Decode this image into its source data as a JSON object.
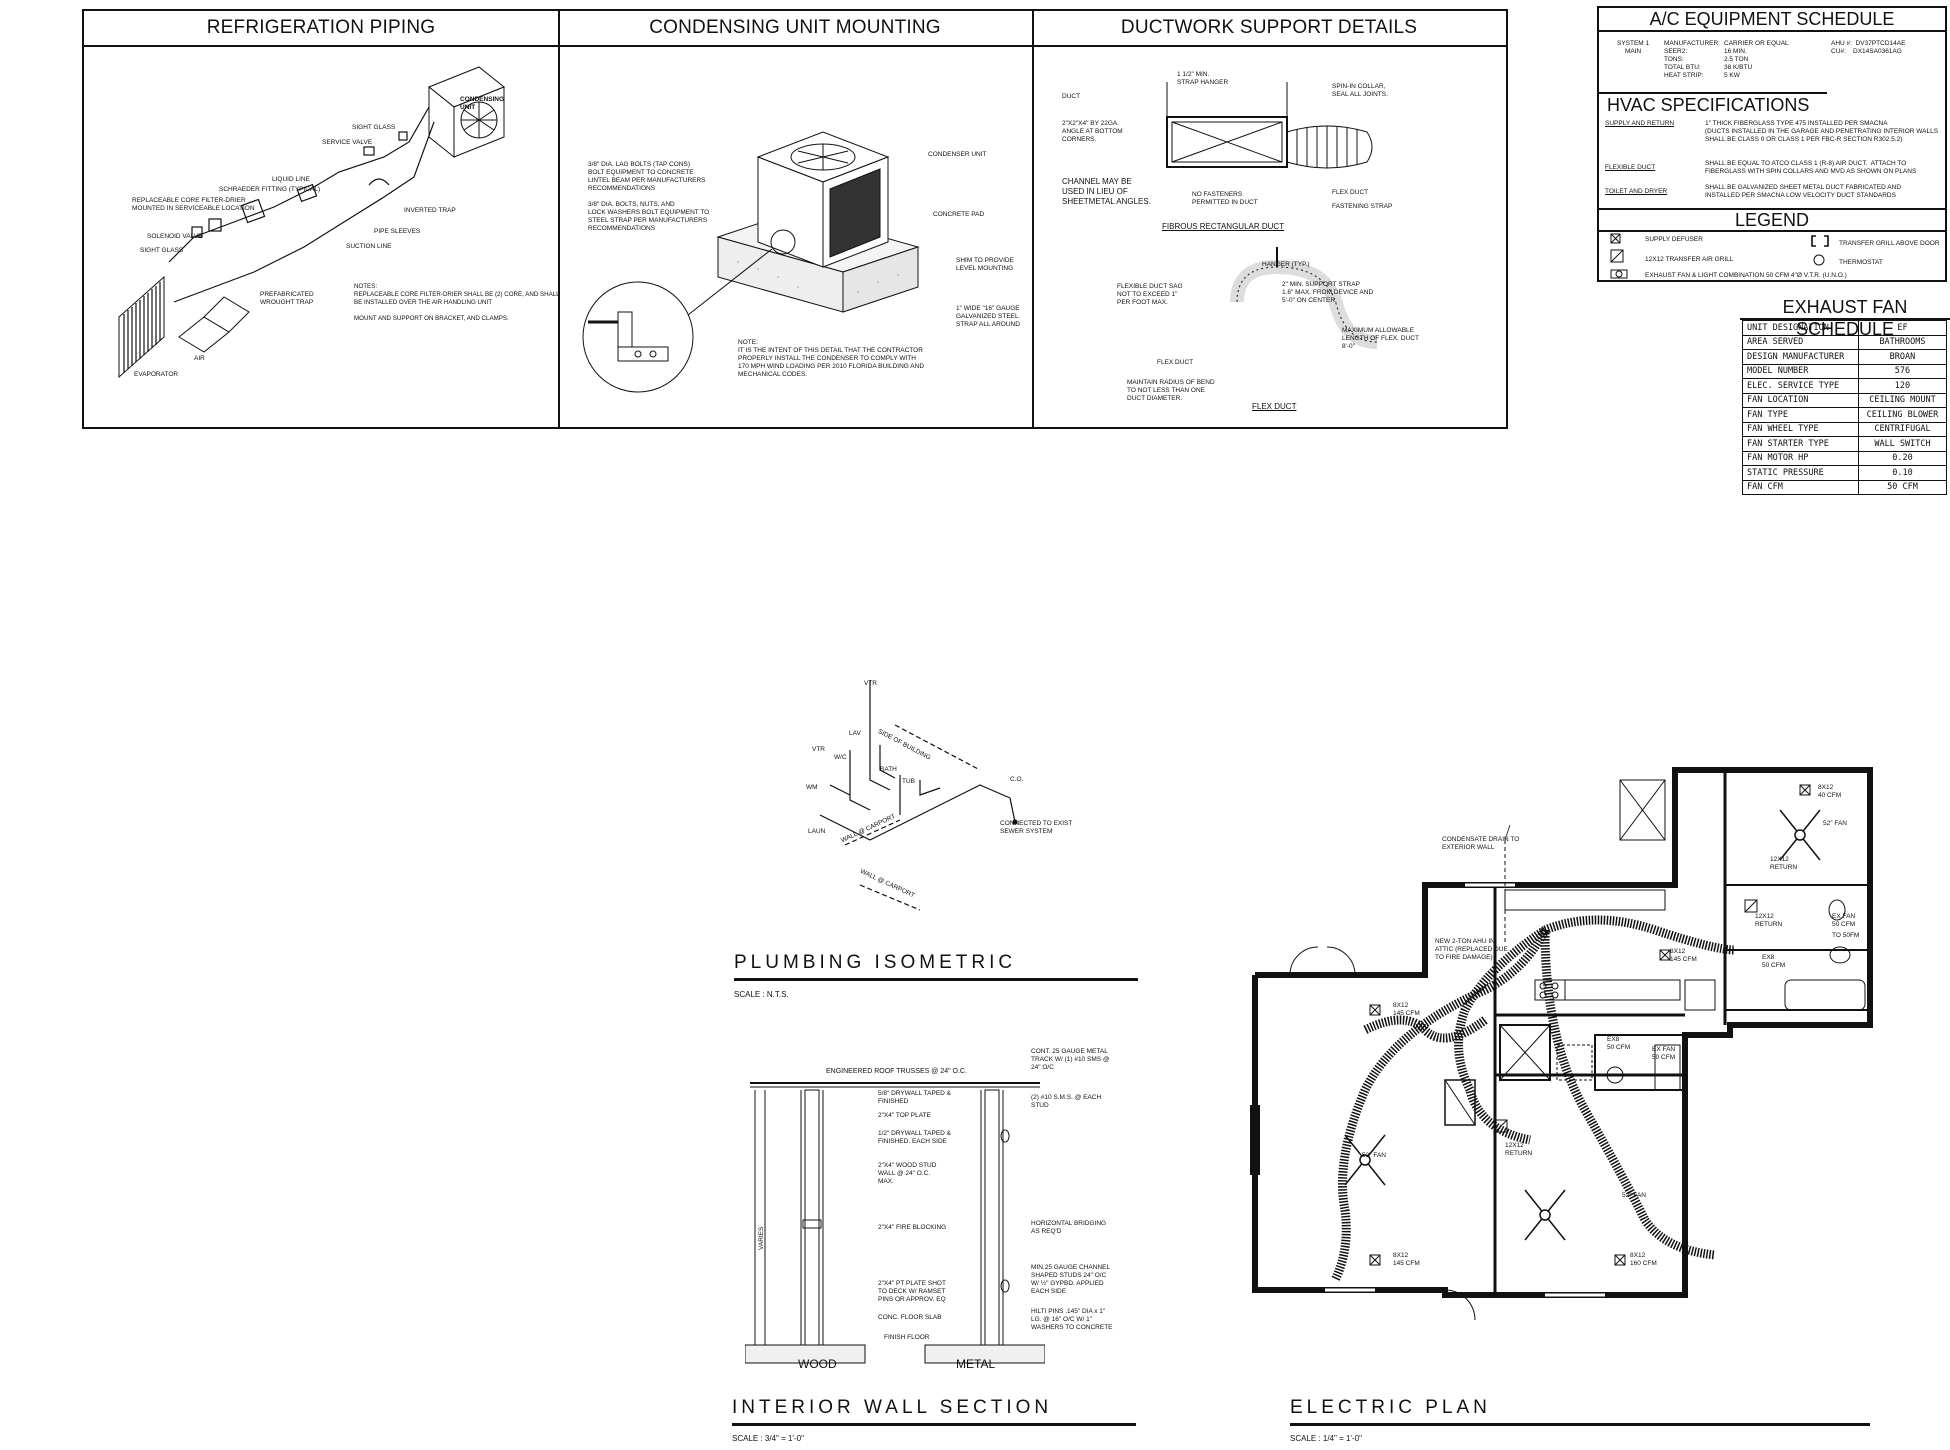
{
  "panels": {
    "refrigeration": {
      "title": "REFRIGERATION PIPING",
      "labels": {
        "condensing_unit": "CONDENSING\nUNIT",
        "sight_glass_top": "SIGHT GLASS",
        "service_valve": "SERVICE VALVE",
        "liquid_line": "LIQUID LINE",
        "schraeder": "SCHRAEDER FITTING (TYPICAL)",
        "filter_drier": "REPLACEABLE CORE FILTER-DRIER\nMOUNTED IN SERVICEABLE LOCATION",
        "solenoid": "SOLENOID VALVE",
        "sight_glass_bottom": "SIGHT GLASS",
        "inverted_trap": "INVERTED TRAP",
        "pipe_sleeves": "PIPE SLEEVES",
        "suction_line": "SUCTION LINE",
        "prefab_trap": "PREFABRICATED\nWROUGHT TRAP",
        "evaporator": "EVAPORATOR",
        "air": "AIR"
      },
      "notes": "NOTES:\nREPLACEABLE CORE FILTER-DRIER SHALL BE (2) CORE, AND SHALL\nBE INSTALLED OVER THE AIR HANDLING UNIT\n\nMOUNT AND SUPPORT ON BRACKET, AND CLAMPS."
    },
    "condensing": {
      "title": "CONDENSING UNIT MOUNTING",
      "labels": {
        "lag_bolts": "3/8\" DIA. LAG BOLTS (TAP CONS)\nBOLT EQUIPMENT TO CONCRETE\nLINTEL BEAM PER MANUFACTURERS\nRECOMMENDATIONS",
        "bolts_nuts": "3/8\" DIA. BOLTS, NUTS, AND\nLOCK WASHERS BOLT EQUIPMENT TO\nSTEEL STRAP PER MANUFACTURERS\nRECOMMENDATIONS",
        "condenser_unit": "CONDENSER UNIT",
        "concrete_pad": "CONCRETE PAD",
        "shim": "SHIM TO PROVIDE\nLEVEL MOUNTING",
        "strap": "1\" WIDE \"16\" GAUGE\nGALVANIZED STEEL\nSTRAP ALL AROUND"
      },
      "note": "NOTE:\nIT IS THE INTENT OF THIS DETAIL THAT THE CONTRACTOR\nPROPERLY INSTALL THE CONDENSER TO COMPLY WITH\n170 MPH WIND LOADING PER 2010 FLORIDA BUILDING AND\nMECHANICAL CODES."
    },
    "ductwork": {
      "title": "DUCTWORK SUPPORT DETAILS",
      "labels": {
        "strap_hanger": "1 1/2\" MIN.\nSTRAP HANGER",
        "duct": "DUCT",
        "angle": "2\"X2\"X4\" BY 22GA.\nANGLE AT BOTTOM\nCORNERS.",
        "channel": "CHANNEL MAY BE\nUSED IN LIEU OF\nSHEETMETAL ANGLES.",
        "no_fasteners": "NO FASTENERS\nPERMITTED IN DUCT",
        "spin_collar": "SPIN-IN COLLAR,\nSEAL ALL JOINTS.",
        "flex_duct": "FLEX DUCT",
        "fastening_strap": "FASTENING STRAP",
        "fibrous_caption": "FIBROUS RECTANGULAR DUCT",
        "hanger": "HANGER (TYP.)",
        "sag": "FLEXIBLE DUCT SAG\nNOT TO EXCEED 1\"\nPER FOOT MAX.",
        "support_strap": "2\" MIN. SUPPORT STRAP\n1.6\" MAX. FROM DEVICE AND\n5'-0\" ON CENTER.",
        "max_length": "MAXIMUM ALLOWABLE\nLENGTH OF FLEX. DUCT\n8'-0\"",
        "flex_duct_2": "FLEX DUCT",
        "radius": "MAINTAIN RADIUS OF BEND\nTO NOT LESS THAN ONE\nDUCT DIAMETER.",
        "flex_caption": "FLEX DUCT"
      }
    }
  },
  "ac_schedule": {
    "title": "A/C EQUIPMENT SCHEDULE",
    "system": "SYSTEM 1\nMAIN",
    "keys": "MANUFACTURER:\nSEER2:\nTONS:\nTOTAL BTU:\nHEAT STRIP:",
    "values": "CARRIER OR EQUAL\n16 MIN.\n2.5 TON\n38 K/BTU\n5 KW",
    "units": "AHU #:  DV37PTCD14AE\nCU#:    DX14SA0361AG"
  },
  "hvac_specs": {
    "title": "HVAC SPECIFICATIONS",
    "rows": [
      {
        "key": "SUPPLY AND RETURN",
        "text": "1\" THICK FIBERGLASS TYPE 475 INSTALLED PER SMACNA\n(DUCTS INSTALLED IN THE GARAGE AND PENETRATING INTERIOR WALLS\nSHALL BE CLASS 0 OR CLASS 1 PER FBC-R SECTION R302.5.2)"
      },
      {
        "key": "FLEXIBLE DUCT",
        "text": "SHALL BE EQUAL TO ATCO CLASS 1 (R-8) AIR DUCT.  ATTACH TO\nFIBERGLASS WITH SPIN COLLARS AND MVD AS SHOWN ON PLANS"
      },
      {
        "key": "TOILET AND DRYER",
        "text": "SHALL BE GALVANIZED SHEET METAL DUCT FABRICATED AND\nINSTALLED PER SMACNA LOW VELOCITY DUCT STANDARDS"
      }
    ]
  },
  "legend": {
    "title": "LEGEND",
    "items": [
      "SUPPLY DEFUSER",
      "12X12 TRANSFER AIR GRILL",
      "EXHAUST FAN & LIGHT COMBINATION 50 CFM 4\"Ø V.T.R. (U.N.O.)",
      "TRANSFER GRILL ABOVE DOOR",
      "THERMOSTAT"
    ]
  },
  "exhaust_schedule": {
    "title": "EXHAUST FAN SCHEDULE",
    "rows": [
      [
        "UNIT DESIGNATION",
        "EF"
      ],
      [
        "AREA SERVED",
        "BATHROOMS"
      ],
      [
        "DESIGN MANUFACTURER",
        "BROAN"
      ],
      [
        "MODEL NUMBER",
        "576"
      ],
      [
        "ELEC. SERVICE TYPE",
        "120"
      ],
      [
        "FAN LOCATION",
        "CEILING MOUNT"
      ],
      [
        "FAN TYPE",
        "CEILING BLOWER"
      ],
      [
        "FAN WHEEL TYPE",
        "CENTRIFUGAL"
      ],
      [
        "FAN STARTER TYPE",
        "WALL SWITCH"
      ],
      [
        "FAN MOTOR HP",
        "0.20"
      ],
      [
        "STATIC PRESSURE",
        "0.10"
      ],
      [
        "FAN CFM",
        "50 CFM"
      ]
    ]
  },
  "plumbing": {
    "title": "PLUMBING ISOMETRIC",
    "scale": "SCALE :  N.T.S.",
    "labels": {
      "vtr_top": "VTR",
      "lav_top": "LAV",
      "vtr_left": "VTR",
      "wc": "W/C",
      "wm": "WM",
      "laun": "LAUN",
      "bath": "BATH",
      "tub": "TUB",
      "co": "C.O.",
      "side": "SIDE OF BUILDING",
      "wall_carport": "WALL @ CARPORT",
      "wall_carport2": "WALL @ CARPORT",
      "connected": "CONNECTED TO EXIST\nSEWER SYSTEM"
    }
  },
  "wall_section": {
    "title": "INTERIOR WALL SECTION",
    "scale": "SCALE :  3/4\" = 1'-0\"",
    "labels": {
      "trusses": "ENGINEERED ROOF TRUSSES @ 24\" O.C.",
      "drywall": "5/8\" DRYWALL TAPED &\nFINISHED",
      "top_plate": "2\"X4\" TOP PLATE",
      "drywall_each": "1/2\" DRYWALL TAPED &\nFINISHED. EACH SIDE",
      "stud_wall": "2\"X4\" WOOD STUD\nWALL @ 24\" O.C.\nMAX.",
      "fire_blocking": "2\"X4\" FIRE BLOCKING",
      "pt_plate": "2\"X4\" PT PLATE SHOT\nTO DECK W/ RAMSET\nPINS OR APPROV. EQ",
      "slab": "CONC. FLOOR SLAB",
      "finish_floor": "FINISH FLOOR",
      "cont_track": "CONT. 25 GAUGE METAL\nTRACK W/ (1) #10 SMS @\n24\" O/C",
      "sms_stud": "(2) #10 S.M.S. @ EACH\nSTUD",
      "bridging": "HORIZONTAL BRIDGING\nAS REQ'D",
      "channel_studs": "MIN.25 GAUGE CHANNEL\nSHAPED STUDS 24\" O/C\nW/ ½\" GYPBD. APPLIED\nEACH SIDE",
      "hilti": "HILTI PINS .145\" DIA x 1\"\nLG. @ 16\" O/C W/ 1\"\nWASHERS TO CONCRETE",
      "varies": "VARIES",
      "wood": "WOOD",
      "metal": "METAL"
    }
  },
  "electric_plan": {
    "title": "ELECTRIC PLAN",
    "scale": "SCALE :  1/4\" = 1'-0\"",
    "labels": {
      "condensate": "CONDENSATE DRAIN TO\nEXTERIOR WALL",
      "ahu": "NEW 2-TON AHU IN\nATTIC (REPLACED DUE\nTO FIRE DAMAGE)",
      "d1": "8X12\n40 CFM",
      "fan1": "52\" FAN",
      "ret1": "12X12\nRETURN",
      "ret2": "12X12\nRETURN",
      "ef1": "EX FAN\n50 CFM",
      "to50": "TO 50FM",
      "d2": "8X12\n145 CFM",
      "ex50a": "EX8\n50 CFM",
      "d3": "8X12\n145 CFM",
      "fan2": "52\" FAN",
      "ex50b": "EX8\n50 CFM",
      "exfan2": "EX FAN\n50 CFM",
      "ret3": "12X12\nRETURN",
      "fan3": "52\" FAN",
      "d4": "8X12\n145 CFM",
      "d5": "8X12\n160 CFM"
    }
  }
}
